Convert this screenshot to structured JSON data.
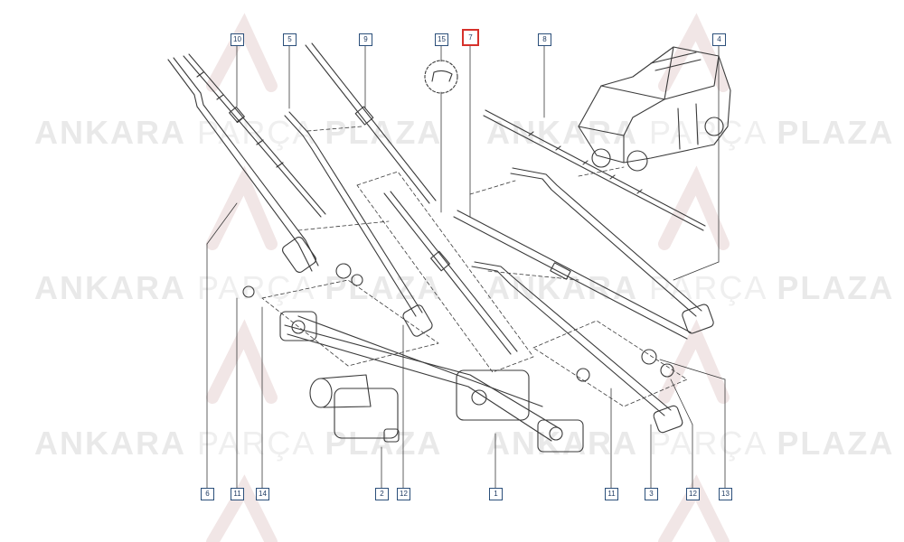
{
  "watermark": {
    "word1": "ANKARA",
    "word2": "PARÇA",
    "word3": "PLAZA"
  },
  "callouts": {
    "c10": "10",
    "c5": "5",
    "c9": "9",
    "c15": "15",
    "c7": "7",
    "c8": "8",
    "c4": "4",
    "c6": "6",
    "c11a": "11",
    "c14": "14",
    "c2": "2",
    "c12a": "12",
    "c1": "1",
    "c11b": "11",
    "c3": "3",
    "c12b": "12",
    "c13": "13"
  },
  "colors": {
    "line": "#3a3a3a",
    "callout_border": "#2b4f7a",
    "highlight": "#d6312b",
    "watermark": "#e9e9e9"
  }
}
